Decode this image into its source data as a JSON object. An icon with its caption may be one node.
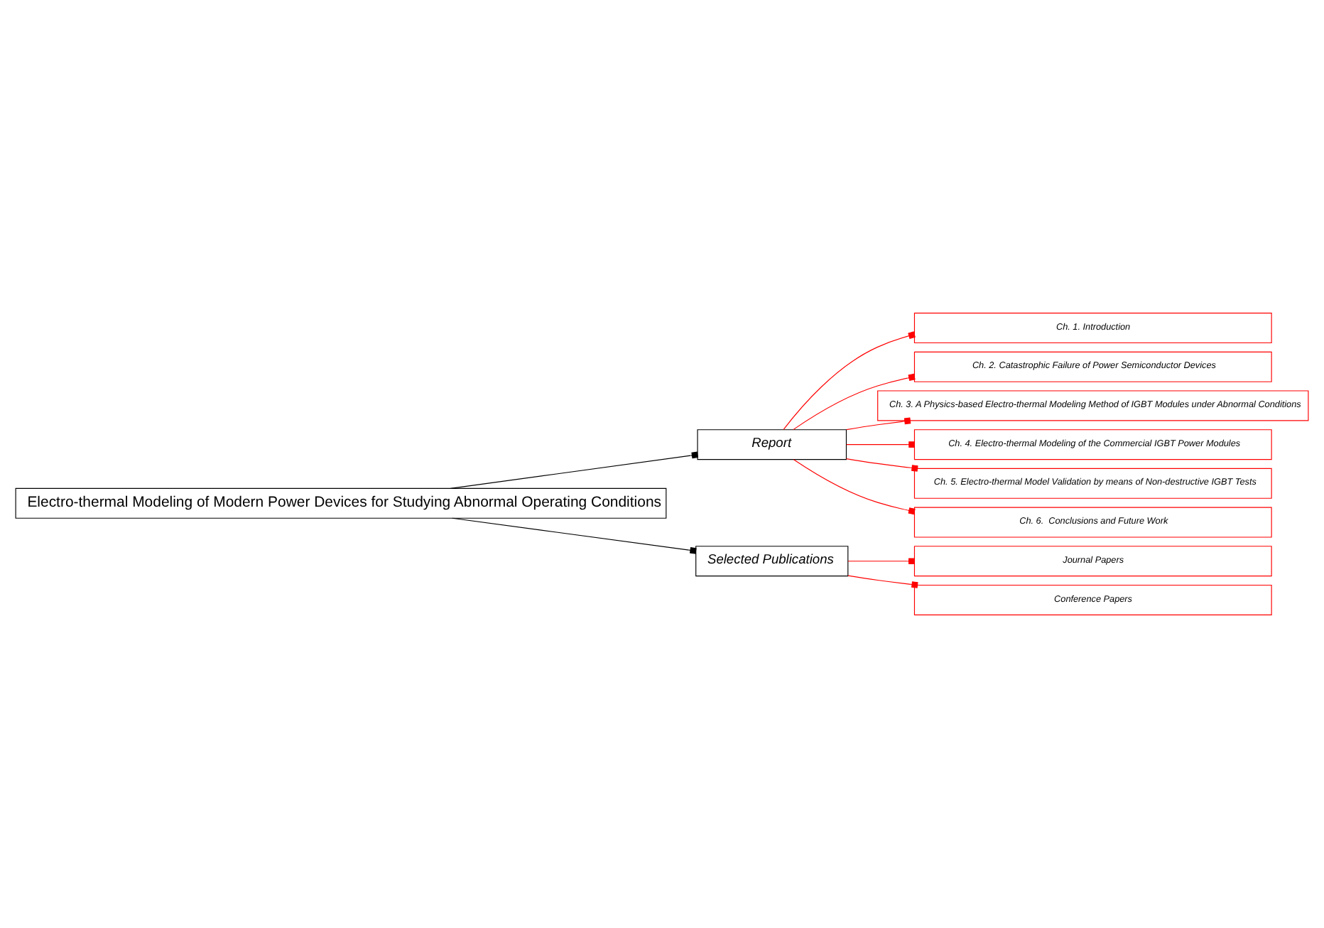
{
  "diagram": {
    "nodes": [
      {
        "text": [
          "Electro-thermal Modeling of Modern Power Devices for Studying Abnormal Operating Conditions"
        ]
      },
      {
        "text": [
          "Report"
        ]
      },
      {
        "text": [
          "Ch. 1. Introduction"
        ]
      },
      {
        "text": [
          "Ch. 2. Catastrophic Failure of Power Semiconductor Devices"
        ]
      },
      {
        "text": [
          "Ch. 3. A Physics-based Electro-thermal Modeling Method of IGBT Modules under Abnormal Conditions"
        ]
      },
      {
        "text": [
          "Ch. 4. Electro-thermal Modeling of the Commercial IGBT Power Modules"
        ]
      },
      {
        "text": [
          "Ch. 5. Electro-thermal Model Validation by means of Non-destructive IGBT Tests"
        ]
      },
      {
        "text": [
          "Ch. 6.  Conclusions and Future Work"
        ]
      },
      {
        "text": [
          "Selected Publications"
        ]
      },
      {
        "text": [
          "Journal Papers"
        ]
      },
      {
        "text": [
          "Conference Papers"
        ]
      }
    ],
    "edges": [
      {
        "from": 0,
        "to": 1,
        "arrow": "other",
        "color": "#000000"
      },
      {
        "from": 1,
        "to": 2,
        "arrow": "other"
      },
      {
        "from": 1,
        "to": 3,
        "arrow": "other"
      },
      {
        "from": 1,
        "to": 4,
        "arrow": "other"
      },
      {
        "from": 1,
        "to": 5,
        "arrow": "other"
      },
      {
        "from": 1,
        "to": 6,
        "arrow": "other"
      },
      {
        "from": 1,
        "to": 7,
        "arrow": "other"
      },
      {
        "from": 0,
        "to": 8,
        "arrow": "other",
        "color": "#000000"
      },
      {
        "from": 8,
        "to": 9,
        "arrow": "other"
      },
      {
        "from": 8,
        "to": 10,
        "arrow": "other"
      }
    ]
  }
}
